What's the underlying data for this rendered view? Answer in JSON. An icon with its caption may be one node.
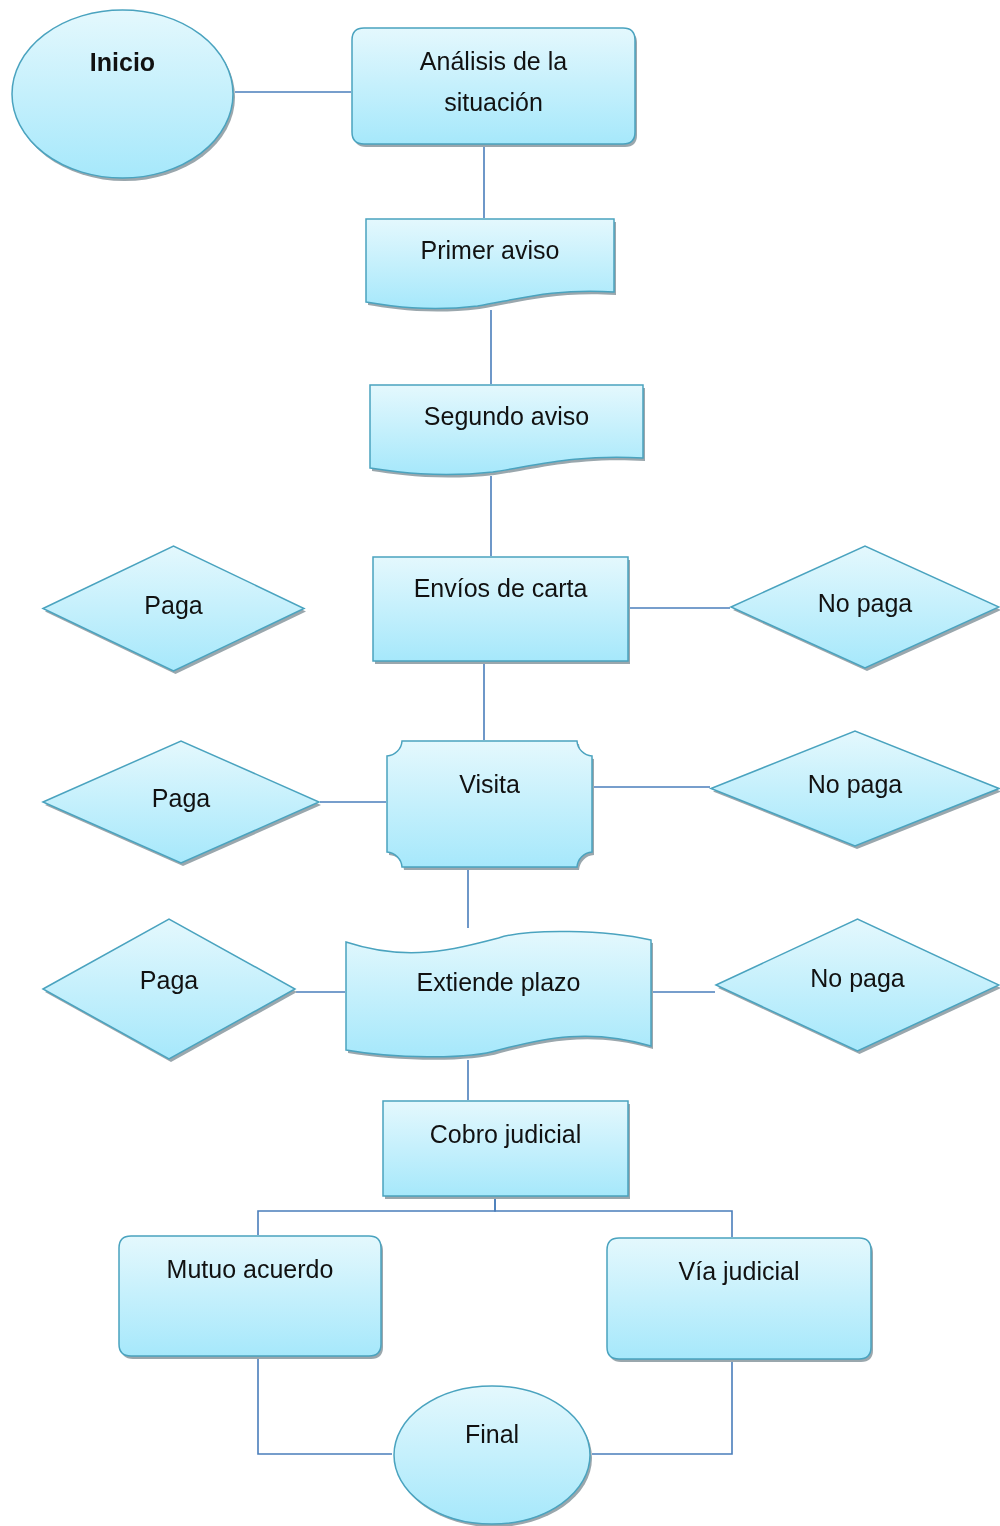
{
  "diagram": {
    "nodes": [
      {
        "text": [
          "Inicio"
        ]
      },
      {
        "text": [
          "Análisis de la situación"
        ]
      },
      {
        "text": [
          "Primer aviso"
        ]
      },
      {
        "text": [
          "Segundo aviso"
        ]
      },
      {
        "text": [
          "Paga"
        ]
      },
      {
        "text": [
          "Envíos de carta"
        ]
      },
      {
        "text": [
          "No paga"
        ]
      },
      {
        "text": [
          "Paga"
        ]
      },
      {
        "text": [
          "Visita"
        ]
      },
      {
        "text": [
          "No paga"
        ]
      },
      {
        "text": [
          "Paga"
        ]
      },
      {
        "text": [
          "Extiende plazo"
        ]
      },
      {
        "text": [
          "No paga"
        ]
      },
      {
        "text": [
          "Cobro judicial"
        ]
      },
      {
        "text": [
          "Mutuo acuerdo"
        ]
      },
      {
        "text": [
          "Vía judicial"
        ]
      },
      {
        "text": [
          "Final"
        ]
      }
    ],
    "edges": [
      {
        "from": 0,
        "to": 1,
        "arrow": "none"
      },
      {
        "from": 1,
        "to": 2,
        "arrow": "none"
      },
      {
        "from": 2,
        "to": 3,
        "arrow": "none"
      },
      {
        "from": 3,
        "to": 5,
        "arrow": "none"
      },
      {
        "from": 5,
        "to": 6,
        "arrow": "none"
      },
      {
        "from": 5,
        "to": 8,
        "arrow": "none"
      },
      {
        "from": 7,
        "to": 8,
        "arrow": "none"
      },
      {
        "from": 8,
        "to": 9,
        "arrow": "none"
      },
      {
        "from": 8,
        "to": 11,
        "arrow": "none"
      },
      {
        "from": 10,
        "to": 11,
        "arrow": "none"
      },
      {
        "from": 11,
        "to": 12,
        "arrow": "none"
      },
      {
        "from": 11,
        "to": 13,
        "arrow": "none"
      },
      {
        "from": 13,
        "to": 14,
        "arrow": "none"
      },
      {
        "from": 13,
        "to": 15,
        "arrow": "none"
      },
      {
        "from": 14,
        "to": 16,
        "arrow": "none"
      },
      {
        "from": 15,
        "to": 16,
        "arrow": "none"
      }
    ]
  }
}
